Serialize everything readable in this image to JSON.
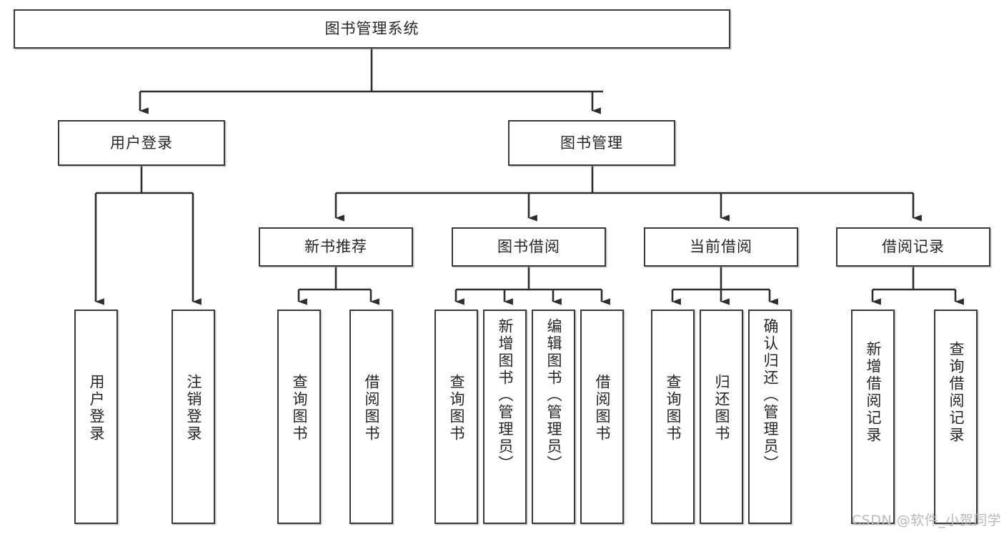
{
  "diagram": {
    "title": "图书管理系统",
    "watermark": "CSDN @软件_小贺同学",
    "colors": {
      "border": "#3a3a3a",
      "text": "#262626",
      "background": "#ffffff",
      "edge": "#2e2e2e",
      "watermark": "#b9b9b9"
    },
    "nodes": {
      "root": {
        "label": "图书管理系统"
      },
      "level2": [
        {
          "label": "用户登录"
        },
        {
          "label": "图书管理"
        }
      ],
      "level3": [
        {
          "label": "新书推荐"
        },
        {
          "label": "图书借阅"
        },
        {
          "label": "当前借阅"
        },
        {
          "label": "借阅记录"
        }
      ],
      "leaves_user_login": [
        {
          "label": "用户登录"
        },
        {
          "label": "注销登录"
        }
      ],
      "leaves_new_book": [
        {
          "label": "查询图书"
        },
        {
          "label": "借阅图书"
        }
      ],
      "leaves_borrow": [
        {
          "label": "查询图书"
        },
        {
          "label": "新增图书（管理员）"
        },
        {
          "label": "编辑图书（管理员）"
        },
        {
          "label": "借阅图书"
        }
      ],
      "leaves_current": [
        {
          "label": "查询图书"
        },
        {
          "label": "归还图书"
        },
        {
          "label": "确认归还（管理员）"
        }
      ],
      "leaves_records": [
        {
          "label": "新增借阅记录"
        },
        {
          "label": "查询借阅记录"
        }
      ]
    }
  }
}
